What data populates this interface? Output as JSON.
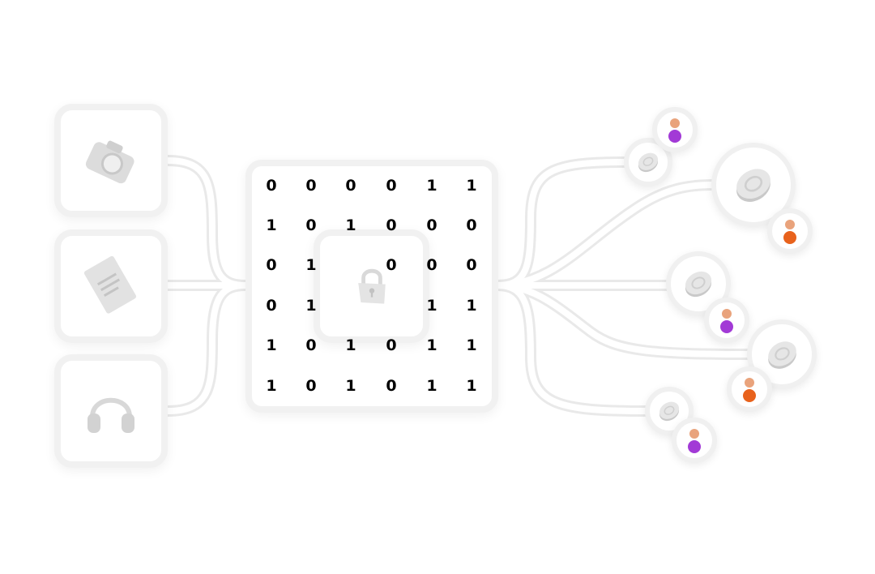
{
  "inputs": [
    {
      "icon": "camera-icon"
    },
    {
      "icon": "document-icon"
    },
    {
      "icon": "headphones-icon"
    }
  ],
  "center": {
    "icon": "lock-icon",
    "binary_grid": [
      [
        "0",
        "0",
        "0",
        "0",
        "1",
        "1"
      ],
      [
        "1",
        "0",
        "1",
        "0",
        "0",
        "0"
      ],
      [
        "0",
        "1",
        "",
        "0",
        "0",
        "0"
      ],
      [
        "0",
        "1",
        "",
        "",
        "1",
        "1"
      ],
      [
        "1",
        "0",
        "1",
        "0",
        "1",
        "1"
      ],
      [
        "1",
        "0",
        "1",
        "0",
        "1",
        "1"
      ]
    ]
  },
  "outputs": [
    {
      "icon": "coin-icon",
      "avatar": "user-avatar-icon"
    },
    {
      "icon": "coin-icon",
      "avatar": "user-avatar-icon"
    },
    {
      "icon": "coin-icon",
      "avatar": "user-avatar-icon"
    },
    {
      "icon": "coin-icon",
      "avatar": "user-avatar-icon"
    },
    {
      "icon": "coin-icon",
      "avatar": "user-avatar-icon"
    }
  ],
  "colors": {
    "line": "#ffffff",
    "line_shadow": "#ececec",
    "border": "#f1f1f1",
    "avatar_orange": "#e8621c",
    "avatar_purple": "#a23ad6"
  }
}
